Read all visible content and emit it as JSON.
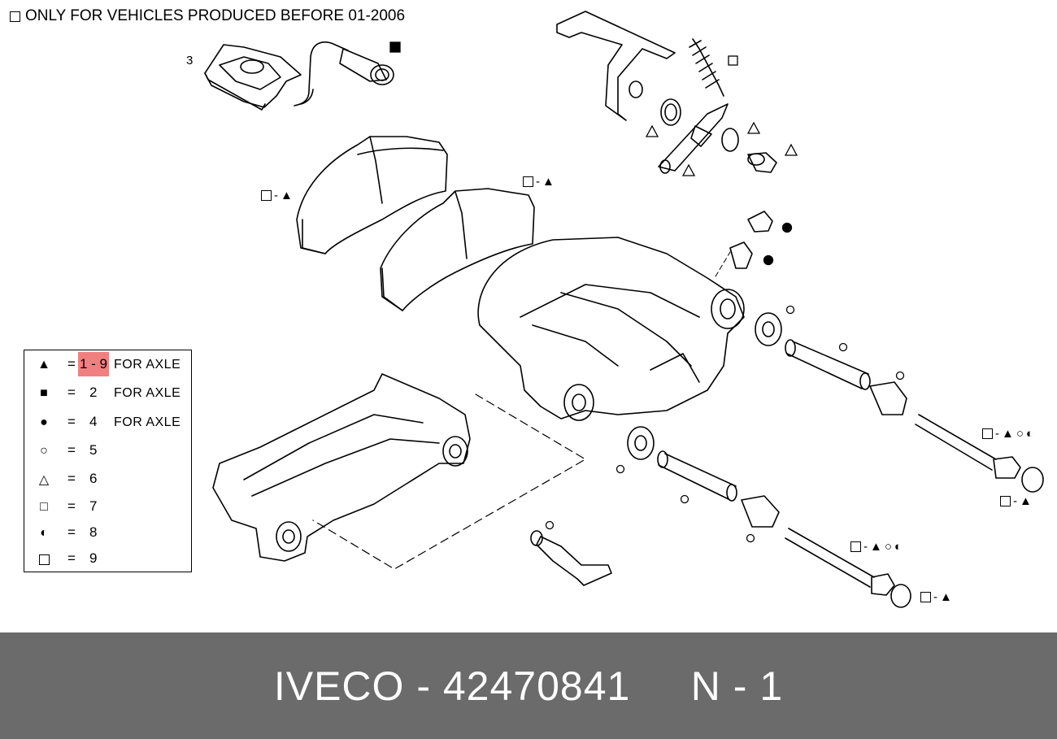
{
  "note_text": "ONLY FOR VEHICLES PRODUCED BEFORE 01-2006",
  "legend": {
    "rows": [
      {
        "symbol": "triangle-filled",
        "eq": "=",
        "value": "1 - 9",
        "note": "FOR AXLE",
        "highlight": true
      },
      {
        "symbol": "square-filled",
        "eq": "=",
        "value": "2",
        "note": "FOR AXLE"
      },
      {
        "symbol": "circle-filled",
        "eq": "=",
        "value": "4",
        "note": "FOR AXLE"
      },
      {
        "symbol": "circle-open",
        "eq": "=",
        "value": "5",
        "note": ""
      },
      {
        "symbol": "triangle-open",
        "eq": "=",
        "value": "6",
        "note": ""
      },
      {
        "symbol": "square-open",
        "eq": "=",
        "value": "7",
        "note": ""
      },
      {
        "symbol": "circle-half",
        "eq": "=",
        "value": "8",
        "note": ""
      },
      {
        "symbol": "square-half",
        "eq": "=",
        "value": "9",
        "note": ""
      }
    ],
    "highlight_color": "#f08080"
  },
  "labels": {
    "part_3": "3",
    "dash": "-"
  },
  "footer": {
    "text": "IVECO - 42470841     N - 1",
    "background": "#6b6b6b"
  }
}
